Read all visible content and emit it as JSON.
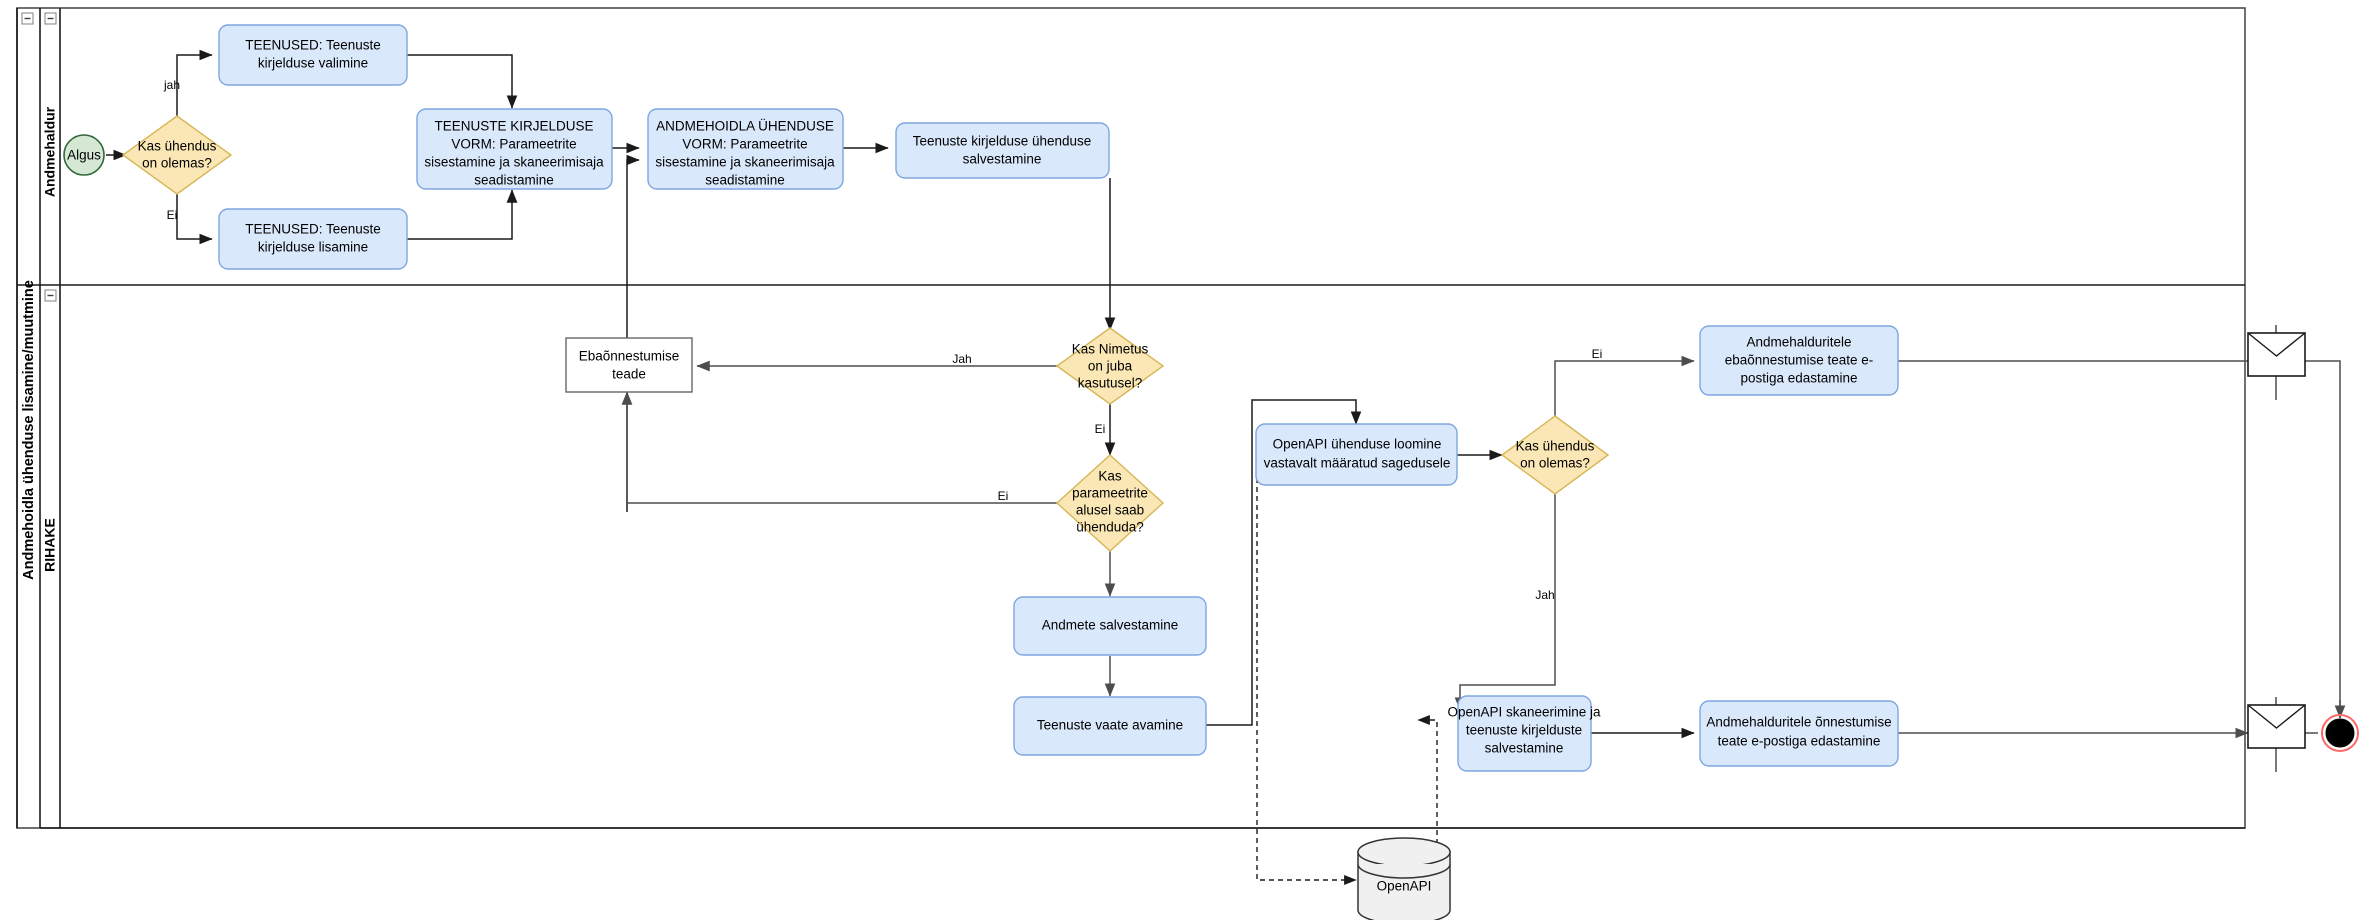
{
  "diagram": {
    "title": "Andmehoidla ühenduse lisamine/muutmine",
    "type": "bpmn-flowchart",
    "colors": {
      "task_fill": "#dae8fc",
      "task_stroke": "#7ea6e0",
      "gateway_fill": "#fae7b5",
      "gateway_stroke": "#d6b656",
      "start_fill": "#d5e8d4",
      "start_stroke": "#33663b",
      "end_ring": "#ff6666",
      "flow_stroke": "#4d4d4d"
    }
  },
  "pool": {
    "label": "Andmehoidla ühenduse lisamine/muutmine",
    "lanes": [
      {
        "id": "lane-andmehaldur",
        "label": "Andmehaldur"
      },
      {
        "id": "lane-rihake",
        "label": "RIHAKE"
      }
    ]
  },
  "nodes": {
    "start": {
      "label": "Algus",
      "shape": "start-event"
    },
    "gw_connection_exists_top": {
      "label_lines": [
        "Kas ühendus",
        "on olemas?"
      ],
      "shape": "gateway"
    },
    "teenused_valimine": {
      "label_lines": [
        "TEENUSED: Teenuste",
        "kirjelduse valimine"
      ],
      "shape": "task"
    },
    "teenused_lisamine": {
      "label_lines": [
        "TEENUSED: Teenuste",
        "kirjelduse lisamine"
      ],
      "shape": "task"
    },
    "teenuste_kirjelduse_vorm": {
      "label_lines": [
        "TEENUSTE KIRJELDUSE",
        "VORM: Parameetrite",
        "sisestamine ja skaneerimisaja",
        "seadistamine"
      ],
      "shape": "task"
    },
    "andmehoidla_uhenduse_vorm": {
      "label_lines": [
        "ANDMEHOIDLA ÜHENDUSE",
        "VORM: Parameetrite",
        "sisestamine ja skaneerimisaja",
        "seadistamine"
      ],
      "shape": "task"
    },
    "kirjelduse_salvestamine": {
      "label_lines": [
        "Teenuste kirjelduse ühenduse",
        "salvestamine"
      ],
      "shape": "task"
    },
    "ebaonnestumise_teade": {
      "label_lines": [
        "Ebaõnnestumise",
        "teade"
      ],
      "shape": "plain-task"
    },
    "gw_nimetus_kasutusel": {
      "label_lines": [
        "Kas Nimetus",
        "on juba",
        "kasutusel?"
      ],
      "shape": "gateway"
    },
    "gw_parameetrite_alusel": {
      "label_lines": [
        "Kas",
        "parameetrite",
        "alusel saab",
        "ühenduda?"
      ],
      "shape": "gateway"
    },
    "andmete_salvestamine": {
      "label_lines": [
        "Andmete salvestamine"
      ],
      "shape": "task"
    },
    "teenuste_vaate_avamine": {
      "label_lines": [
        "Teenuste vaate avamine"
      ],
      "shape": "task"
    },
    "openapi_uhenduse_loomine": {
      "label_lines": [
        "OpenAPI ühenduse loomine",
        "vastavalt määratud sagedusele"
      ],
      "shape": "task"
    },
    "gw_connection_exists_bottom": {
      "label_lines": [
        "Kas ühendus",
        "on olemas?"
      ],
      "shape": "gateway"
    },
    "ebaonnestumise_email": {
      "label_lines": [
        "Andmehalduritele",
        "ebaõnnestumise teate e-",
        "postiga edastamine"
      ],
      "shape": "task"
    },
    "openapi_skaneerimine": {
      "label_lines": [
        "OpenAPI skaneerimine ja",
        "teenuste kirjelduste",
        "salvestamine"
      ],
      "shape": "task"
    },
    "onnestumise_email": {
      "label_lines": [
        "Andmehalduritele õnnestumise",
        "teate e-postiga edastamine"
      ],
      "shape": "task"
    },
    "message_end_top": {
      "label": "",
      "shape": "message-event"
    },
    "message_end_bottom": {
      "label": "",
      "shape": "message-event"
    },
    "end_event": {
      "label": "",
      "shape": "end-event"
    },
    "openapi_datastore": {
      "label": "OpenAPI",
      "shape": "datastore"
    }
  },
  "edge_labels": {
    "jah_lower": "jah",
    "ei_lower": "Ei",
    "jah_nimetus": "Jah",
    "ei_nimetus": "Ei",
    "ei_parameetrid": "Ei",
    "ei_connection": "Ei",
    "jah_connection": "Jah"
  }
}
